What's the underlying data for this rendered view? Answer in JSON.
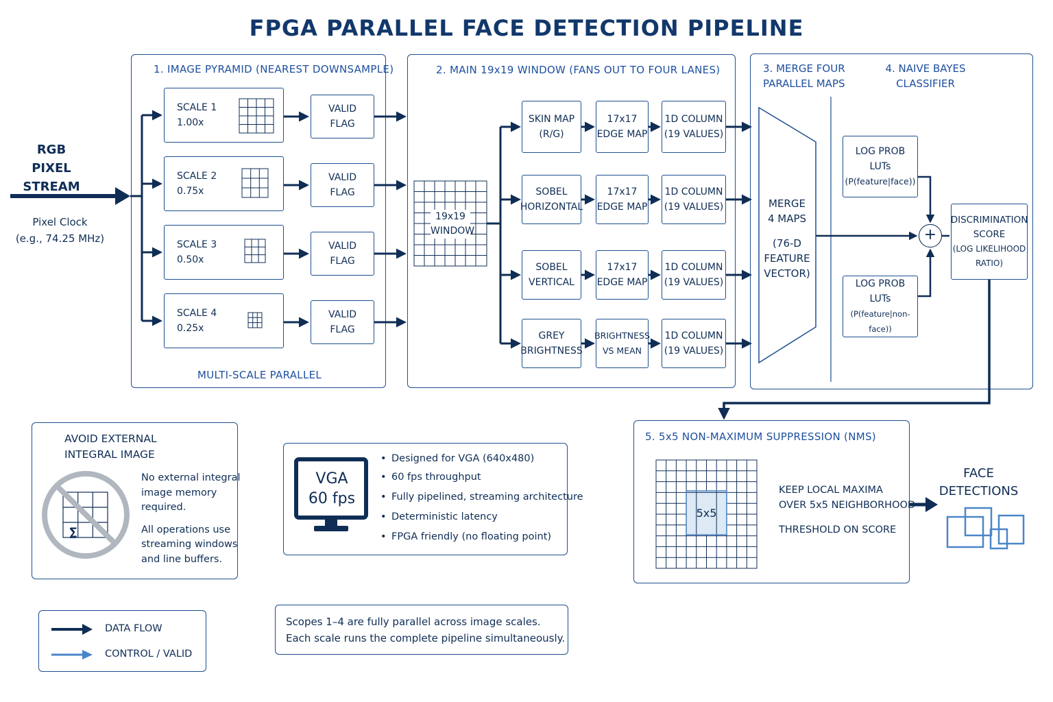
{
  "title": "FPGA PARALLEL FACE DETECTION PIPELINE",
  "input": {
    "line1": "RGB",
    "line2": "PIXEL STREAM",
    "clock1": "Pixel Clock",
    "clock2": "(e.g., 74.25 MHz)"
  },
  "stage1": {
    "header": "1. IMAGE PYRAMID (NEAREST DOWNSAMPLE)",
    "footer": "MULTI-SCALE PARALLEL",
    "scales": [
      {
        "name": "SCALE 1",
        "factor": "1.00x"
      },
      {
        "name": "SCALE 2",
        "factor": "0.75x"
      },
      {
        "name": "SCALE 3",
        "factor": "0.50x"
      },
      {
        "name": "SCALE 4",
        "factor": "0.25x"
      }
    ],
    "valid1": "VALID",
    "valid2": "FLAG"
  },
  "stage2": {
    "header": "2. MAIN 19x19 WINDOW (FANS OUT TO FOUR LANES)",
    "window1": "19x19",
    "window2": "WINDOW",
    "lanes": [
      {
        "a1": "SKIN MAP",
        "a2": "(R/G)",
        "b1": "17x17",
        "b2": "EDGE MAP",
        "c1": "1D COLUMN",
        "c2": "(19 VALUES)"
      },
      {
        "a1": "SOBEL",
        "a2": "HORIZONTAL",
        "b1": "17x17",
        "b2": "EDGE MAP",
        "c1": "1D COLUMN",
        "c2": "(19 VALUES)"
      },
      {
        "a1": "SOBEL",
        "a2": "VERTICAL",
        "b1": "17x17",
        "b2": "EDGE MAP",
        "c1": "1D COLUMN",
        "c2": "(19 VALUES)"
      },
      {
        "a1": "GREY",
        "a2": "BRIGHTNESS",
        "b1": "BRIGHTNESS",
        "b2": "VS MEAN",
        "c1": "1D COLUMN",
        "c2": "(19 VALUES)"
      }
    ]
  },
  "stage3": {
    "header1": "3. MERGE FOUR",
    "header2": "PARALLEL MAPS",
    "merge1": "MERGE",
    "merge2": "4 MAPS",
    "merge3": "(76-D",
    "merge4": "FEATURE",
    "merge5": "VECTOR)"
  },
  "stage4": {
    "header1": "4. NAIVE BAYES",
    "header2": "CLASSIFIER",
    "lut_face1": "LOG PROB",
    "lut_face2": "LUTs",
    "lut_face3": "(P(feature|face))",
    "lut_nonface1": "LOG PROB",
    "lut_nonface2": "LUTs",
    "lut_nonface3": "(P(feature|non-face))",
    "plus": "+",
    "score1": "DISCRIMINATION",
    "score2": "SCORE",
    "score3": "(LOG LIKELIHOOD",
    "score4": "RATIO)"
  },
  "stage5": {
    "header": "5. 5x5 NON-MAXIMUM SUPPRESSION (NMS)",
    "center": "5x5",
    "text1": "KEEP LOCAL MAXIMA",
    "text2": "OVER 5x5 NEIGHBORHOOD",
    "text3": "THRESHOLD ON SCORE"
  },
  "output": {
    "line1": "FACE",
    "line2": "DETECTIONS"
  },
  "avoid": {
    "title1": "AVOID EXTERNAL",
    "title2": "INTEGRAL IMAGE",
    "sigma": "Σ",
    "p1a": "No external integral",
    "p1b": "image memory",
    "p1c": "required.",
    "p2a": "All operations use",
    "p2b": "streaming windows",
    "p2c": "and line buffers."
  },
  "vga": {
    "screen1": "VGA",
    "screen2": "60 fps",
    "bullets": [
      "Designed for VGA (640x480)",
      "60 fps throughput",
      "Fully pipelined, streaming architecture",
      "Deterministic latency",
      "FPGA friendly (no floating point)"
    ]
  },
  "legend": {
    "data_flow": "DATA FLOW",
    "control": "CONTROL / VALID"
  },
  "note": {
    "line1": "Scopes 1–4 are fully parallel across image scales.",
    "line2": "Each scale runs the complete pipeline simultaneously."
  },
  "colors": {
    "primary": "#0f2d55",
    "accent": "#1d4f9f",
    "control": "#4a86c8",
    "prohibit": "#b0b7bf"
  }
}
